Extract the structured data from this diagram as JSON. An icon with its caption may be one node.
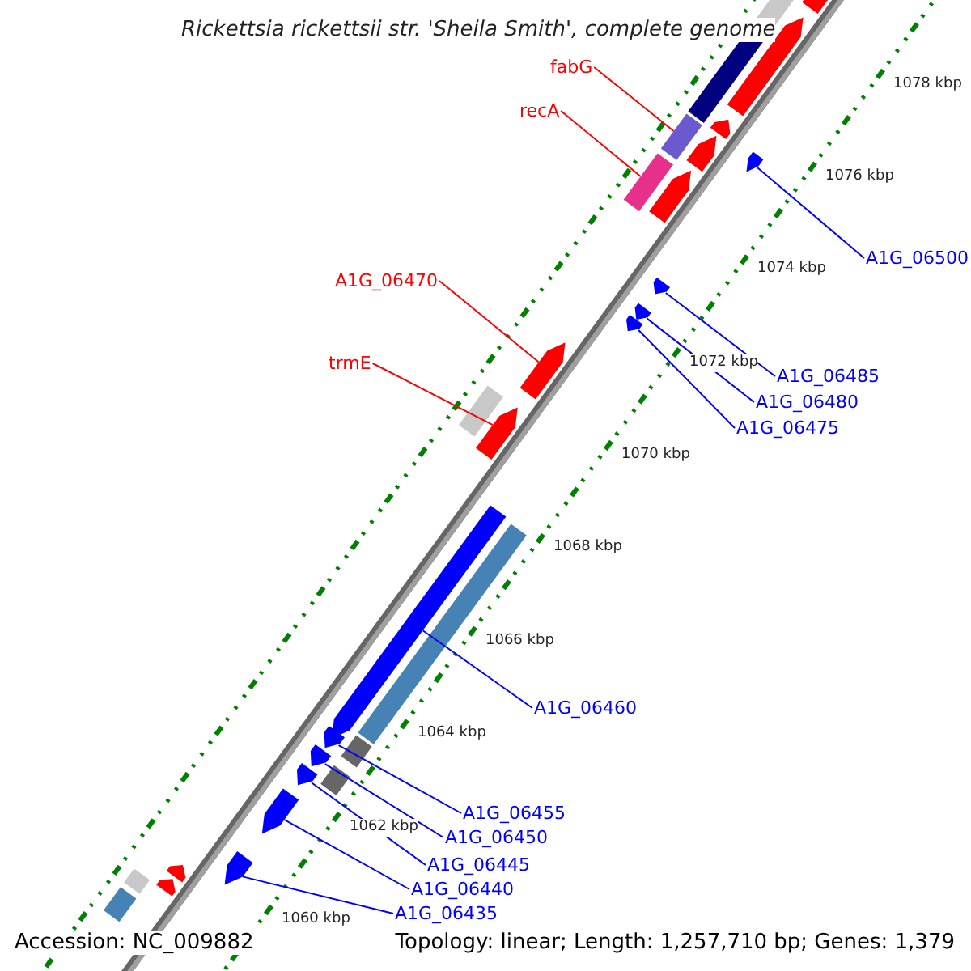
{
  "diagram": {
    "title": "Rickettsia rickettsii str. 'Sheila Smith', complete genome",
    "nodes": [
      {
        "text": [
          "fabG"
        ]
      },
      {
        "text": [
          "recA"
        ]
      },
      {
        "text": [
          "A1G_06500"
        ]
      },
      {
        "text": [
          "A1G_06470"
        ]
      },
      {
        "text": [
          "trmE"
        ]
      },
      {
        "text": [
          "A1G_06485"
        ]
      },
      {
        "text": [
          "A1G_06480"
        ]
      },
      {
        "text": [
          "A1G_06475"
        ]
      },
      {
        "text": [
          "A1G_06460"
        ]
      },
      {
        "text": [
          "A1G_06455"
        ]
      },
      {
        "text": [
          "A1G_06450"
        ]
      },
      {
        "text": [
          "A1G_06445"
        ]
      },
      {
        "text": [
          "A1G_06440"
        ]
      },
      {
        "text": [
          "A1G_06435"
        ]
      },
      {
        "text": [],
        "shape": "bar"
      },
      {
        "text": [],
        "shape": "bar"
      },
      {
        "text": [],
        "shape": "bar"
      },
      {
        "text": [],
        "shape": "bar"
      },
      {
        "text": [],
        "shape": "bar"
      },
      {
        "text": [],
        "shape": "bar"
      },
      {
        "text": [],
        "shape": "bar"
      },
      {
        "text": [],
        "shape": "bar"
      },
      {
        "text": [],
        "shape": "bar"
      },
      {
        "text": [],
        "shape": "bar"
      },
      {
        "text": [],
        "shape": "bar"
      },
      {
        "text": [],
        "shape": "bar"
      },
      {
        "text": [],
        "shape": "bar"
      },
      {
        "text": [],
        "shape": "bar"
      }
    ],
    "edges": [
      {
        "from": 0,
        "to": 15,
        "arrow": "none",
        "color": "#ff0000"
      },
      {
        "from": 1,
        "to": 16,
        "arrow": "none",
        "color": "#ff0000"
      },
      {
        "from": 2,
        "to": 14,
        "arrow": "none"
      },
      {
        "from": 3,
        "to": 20,
        "arrow": "none",
        "color": "#ff0000"
      },
      {
        "from": 4,
        "to": 21,
        "arrow": "none",
        "color": "#ff0000"
      },
      {
        "from": 5,
        "to": 17,
        "arrow": "none"
      },
      {
        "from": 6,
        "to": 18,
        "arrow": "none"
      },
      {
        "from": 7,
        "to": 19,
        "arrow": "none"
      },
      {
        "from": 8,
        "to": 22,
        "arrow": "none"
      },
      {
        "from": 9,
        "to": 23,
        "arrow": "none"
      },
      {
        "from": 10,
        "to": 24,
        "arrow": "none"
      },
      {
        "from": 11,
        "to": 25,
        "arrow": "none"
      },
      {
        "from": 12,
        "to": 26,
        "arrow": "none"
      },
      {
        "from": 13,
        "to": 27,
        "arrow": "none"
      }
    ],
    "labels": [
      "1078 kbp",
      "1076 kbp",
      "1074 kbp",
      "1072 kbp",
      "1070 kbp",
      "1068 kbp",
      "1066 kbp",
      "1064 kbp",
      "1062 kbp",
      "1060 kbp",
      "Accession: NC_009882",
      "Topology: linear; Length: 1,257,710 bp; Genes: 1,379"
    ]
  }
}
